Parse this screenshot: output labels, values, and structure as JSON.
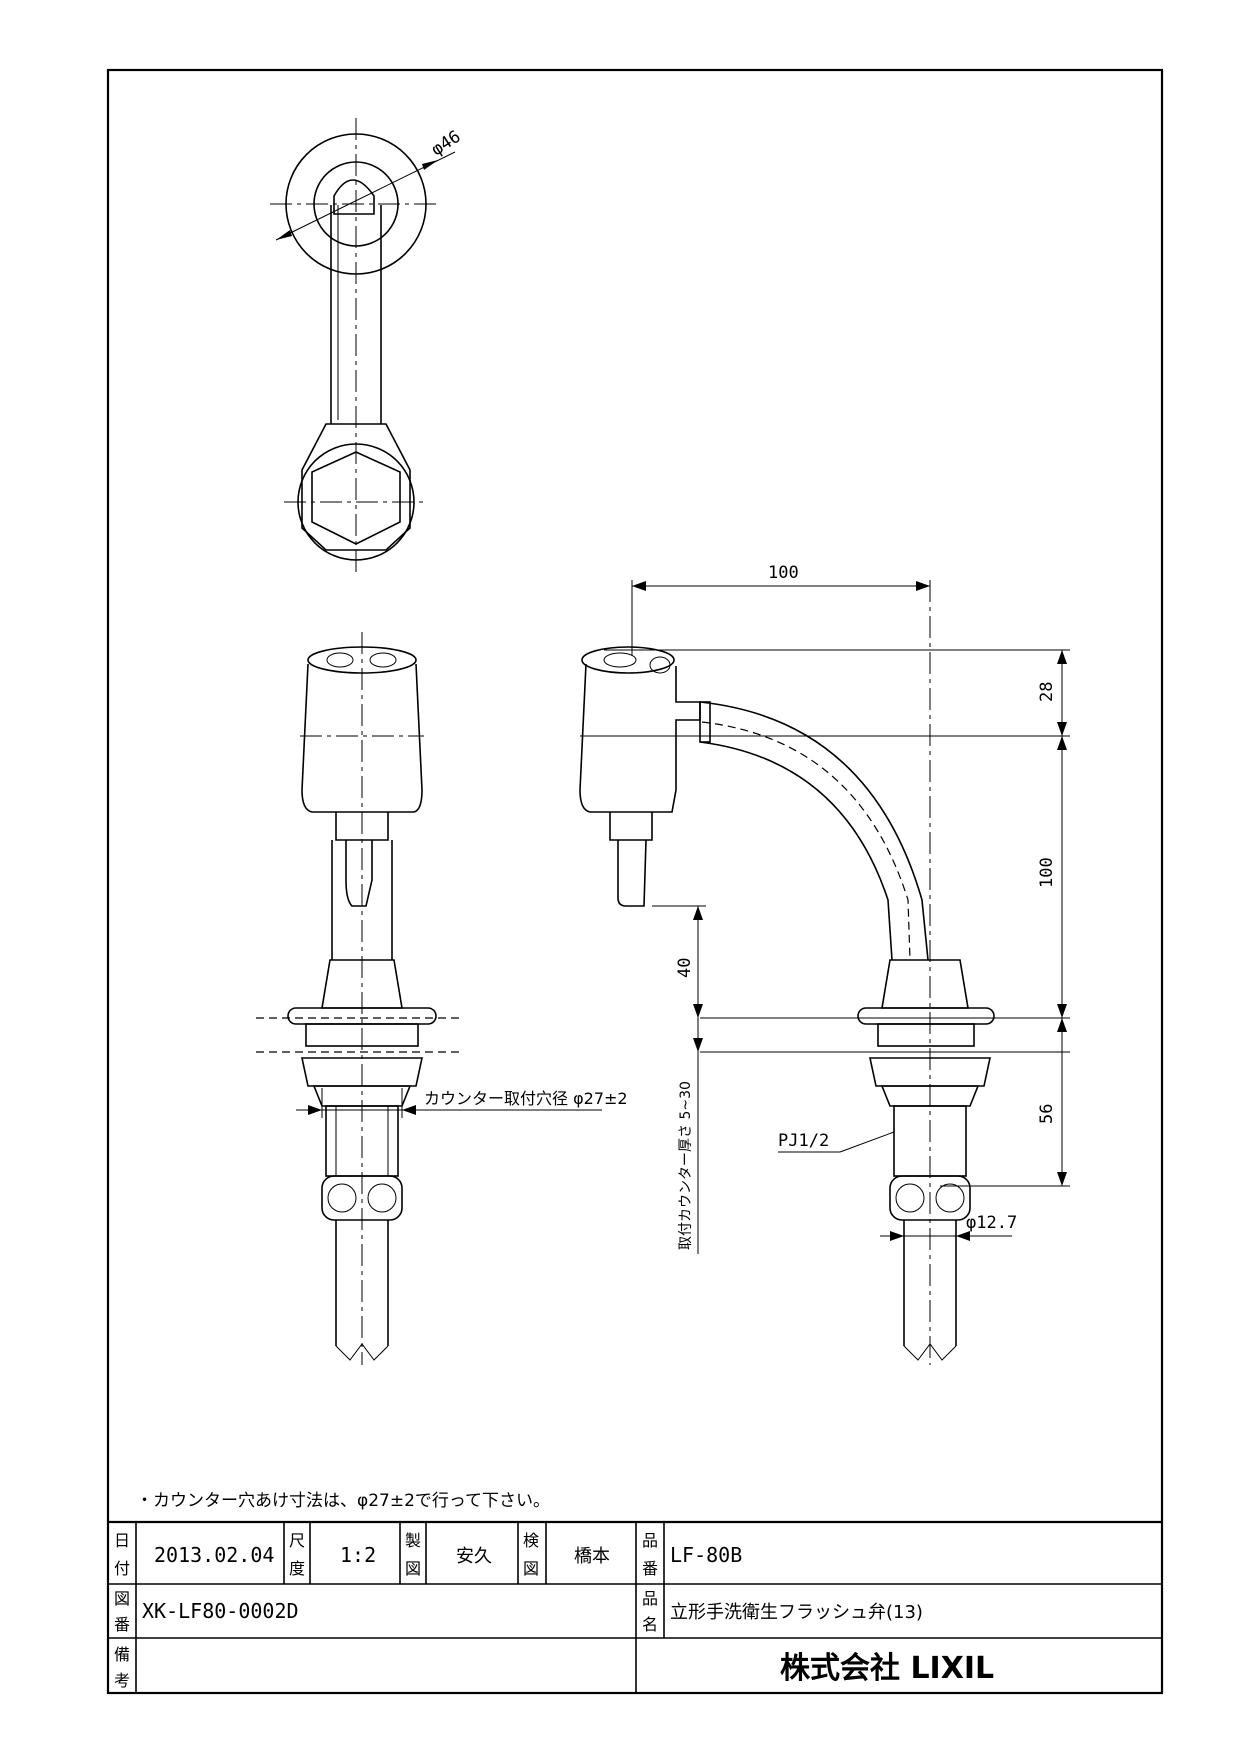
{
  "note": "・カウンター穴あけ寸法は、φ27±2で行って下さい。",
  "dimensions": {
    "top_dia": "φ46",
    "width": "100",
    "h_top": "28",
    "h_mid": "100",
    "h_spout": "40",
    "h_bottom": "56",
    "pipe_dia": "φ12.7",
    "thread": "PJ1/2",
    "counter_hole": "カウンター取付穴径 φ27±2",
    "counter_thickness": "取付カウンター厚さ 5~30"
  },
  "title_block": {
    "date_label_1": "日",
    "date_label_2": "付",
    "date": "2013.02.04",
    "scale_label_1": "尺",
    "scale_label_2": "度",
    "scale": "1:2",
    "drawn_label_1": "製",
    "drawn_label_2": "図",
    "drawn_by": "安久",
    "checked_label_1": "検",
    "checked_label_2": "図",
    "checked_by": "橋本",
    "partno_label_1": "品",
    "partno_label_2": "番",
    "part_number": "LF-80B",
    "drawing_no_label_1": "図",
    "drawing_no_label_2": "番",
    "drawing_number": "XK-LF80-0002D",
    "name_label_1": "品",
    "name_label_2": "名",
    "product_name": "立形手洗衛生フラッシュ弁(13)",
    "remarks_label_1": "備",
    "remarks_label_2": "考",
    "remarks": "",
    "company": "株式会社 LIXIL"
  }
}
